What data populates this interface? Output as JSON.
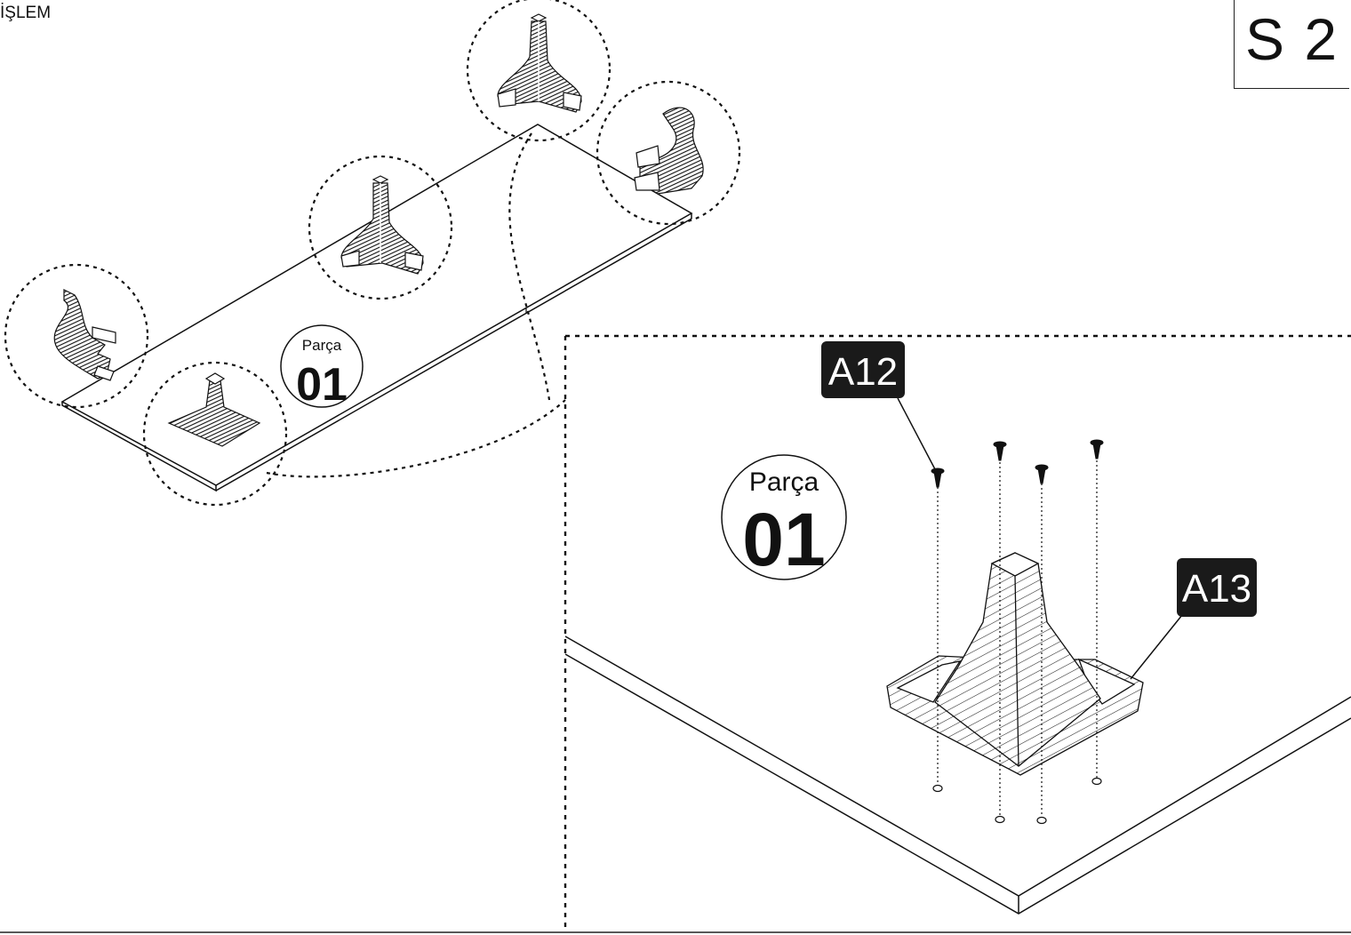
{
  "header": {
    "step_title": "İŞLEM",
    "step_number": "S 2"
  },
  "overview": {
    "part_prefix": "Parça",
    "part_number": "01"
  },
  "detail": {
    "part_prefix": "Parça",
    "part_number": "01",
    "screw_label": "A12",
    "corner_label": "A13"
  },
  "colors": {
    "ink": "#111111",
    "label_bg": "#1a1a1a",
    "label_text": "#ffffff",
    "paper": "#ffffff"
  },
  "icons": [
    "corner-bracket-icon",
    "screw-icon",
    "screw-hole-icon",
    "leg-bracket-icon"
  ]
}
